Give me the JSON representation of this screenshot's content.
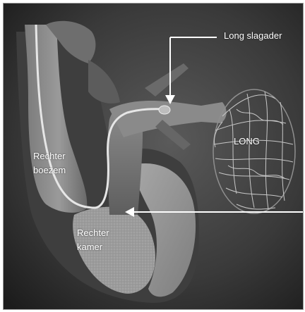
{
  "labels": {
    "pulmonary_artery": "Long slagader",
    "lung": "LONG",
    "right_atrium_line1": "Rechter",
    "right_atrium_line2": "boezem",
    "right_ventricle_line1": "Rechter",
    "right_ventricle_line2": "kamer"
  },
  "colors": {
    "background": "#2b2b2b",
    "label_text": "#ffffff",
    "arrow": "#ffffff"
  }
}
